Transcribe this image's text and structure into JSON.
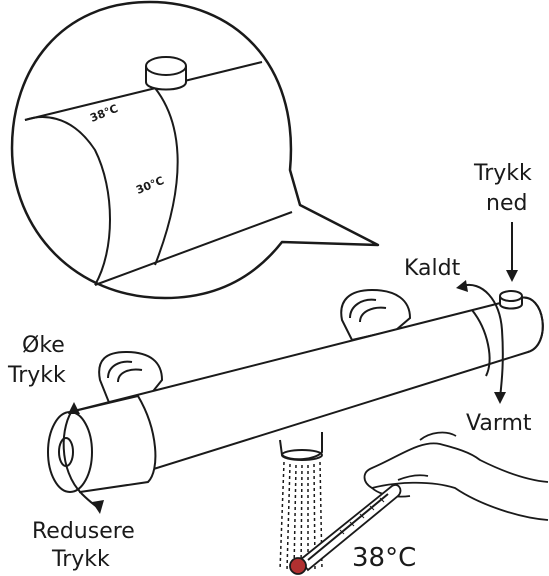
{
  "zoom": {
    "dial_mark_upper": "38°C",
    "dial_mark_lower": "30°C"
  },
  "labels": {
    "press_down": [
      "Trykk",
      "ned"
    ],
    "cold": "Kaldt",
    "hot": "Varmt",
    "increase_pressure": [
      "Øke",
      "Trykk"
    ],
    "reduce_pressure": [
      "Redusere",
      "Trykk"
    ],
    "test_temperature": "38°C"
  },
  "colors": {
    "line": "#1a1a1a",
    "thermometer_bulb": "#b03030"
  }
}
